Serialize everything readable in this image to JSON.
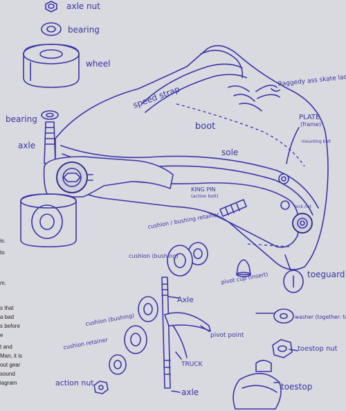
{
  "labels": {
    "axle_nut": "axle nut",
    "bearing_top": "bearing",
    "wheel": "wheel",
    "speed_strap": "speed strap",
    "raggedy_laces": "Raggedy ass skate laces",
    "bearing_left": "bearing",
    "axle_left": "axle",
    "boot": "boot",
    "plate": "PLATE",
    "plate_sub": "(frame)",
    "mounting_bolt": "mounting bolt",
    "sole": "sole",
    "king_pin": "KING PIN",
    "king_pin_sub": "(action bolt)",
    "lock_nut": "lock nut",
    "cushion_retainer_top": "cushion / bushing retainer",
    "cushion_top": "cushion (bushing)",
    "toeguard": "toeguard",
    "pivot_cup": "pivot cup (insert)",
    "axle_mid": "Axle",
    "washer": "washer (together: toestop hardware)",
    "cushion_bottom": "cushion (bushing)",
    "pivot_point": "pivot point",
    "toestop_nut": "toestop nut",
    "cushion_retainer_bottom": "cushion retainer",
    "truck": "TRUCK",
    "action_nut": "action nut",
    "axle_bottom": "axle",
    "toestop": "toestop"
  },
  "side_text": [
    "is.",
    "to",
    "m.",
    "s that",
    "a bad",
    "s before",
    "e",
    "t and",
    "Man, it is",
    "out gear",
    "sound",
    "iagram"
  ],
  "colors": {
    "ink": "#3b34a6",
    "paper": "#d9d9e0"
  }
}
